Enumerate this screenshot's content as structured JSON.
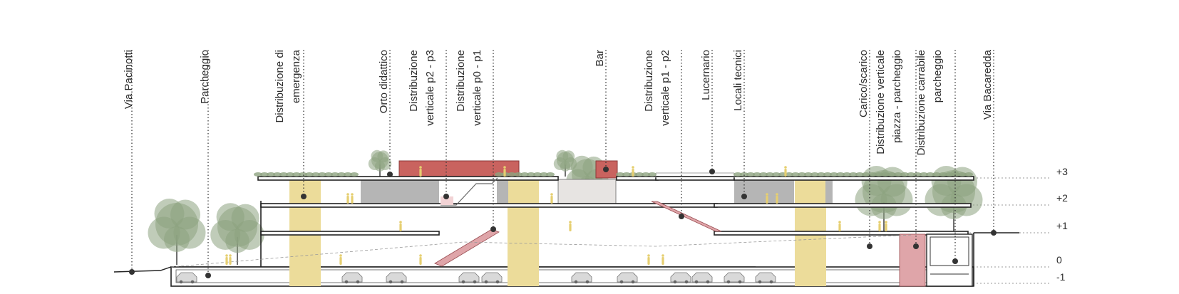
{
  "labels": [
    {
      "id": "via-pacinotti",
      "lines": [
        "Via Pacinotti"
      ]
    },
    {
      "id": "parcheggio",
      "lines": [
        "Parcheggio"
      ]
    },
    {
      "id": "distribuzione-emergenza",
      "lines": [
        "Distribuzione di",
        "emergenza"
      ]
    },
    {
      "id": "orto-didattico",
      "lines": [
        "Orto didattico"
      ]
    },
    {
      "id": "distribuzione-p2-p3",
      "lines": [
        "Distribuzione",
        "verticale p2 - p3"
      ]
    },
    {
      "id": "distribuzione-p0-p1",
      "lines": [
        "Distribuzione",
        "verticale p0 - p1"
      ]
    },
    {
      "id": "bar",
      "lines": [
        "Bar"
      ]
    },
    {
      "id": "distribuzione-p1-p2",
      "lines": [
        "Distribuzione",
        "verticale p1 - p2"
      ]
    },
    {
      "id": "lucernario",
      "lines": [
        "Lucernario"
      ]
    },
    {
      "id": "locali-tecnici",
      "lines": [
        "Locali tecnici"
      ]
    },
    {
      "id": "carico-scarico",
      "lines": [
        "Carico/scarico"
      ]
    },
    {
      "id": "distribuzione-piazza-parcheggio",
      "lines": [
        "Distribuzione verticale",
        "piazza - parcheggio"
      ]
    },
    {
      "id": "distribuzione-carrabile",
      "lines": [
        "Distribuzione carrabile",
        "parcheggio"
      ]
    },
    {
      "id": "via-bacaredda",
      "lines": [
        "Via Bacaredda"
      ]
    }
  ],
  "levels": [
    "+3",
    "+2",
    "+1",
    "0",
    "-1"
  ],
  "colors": {
    "vertical_core": "#ecdc9a",
    "ramp": "#dfa5a9",
    "bar_block": "#c9635f",
    "technical_room": "#b5b5b5",
    "greenery": "#8da27f",
    "line": "#222222",
    "text": "#2b2b2b"
  }
}
